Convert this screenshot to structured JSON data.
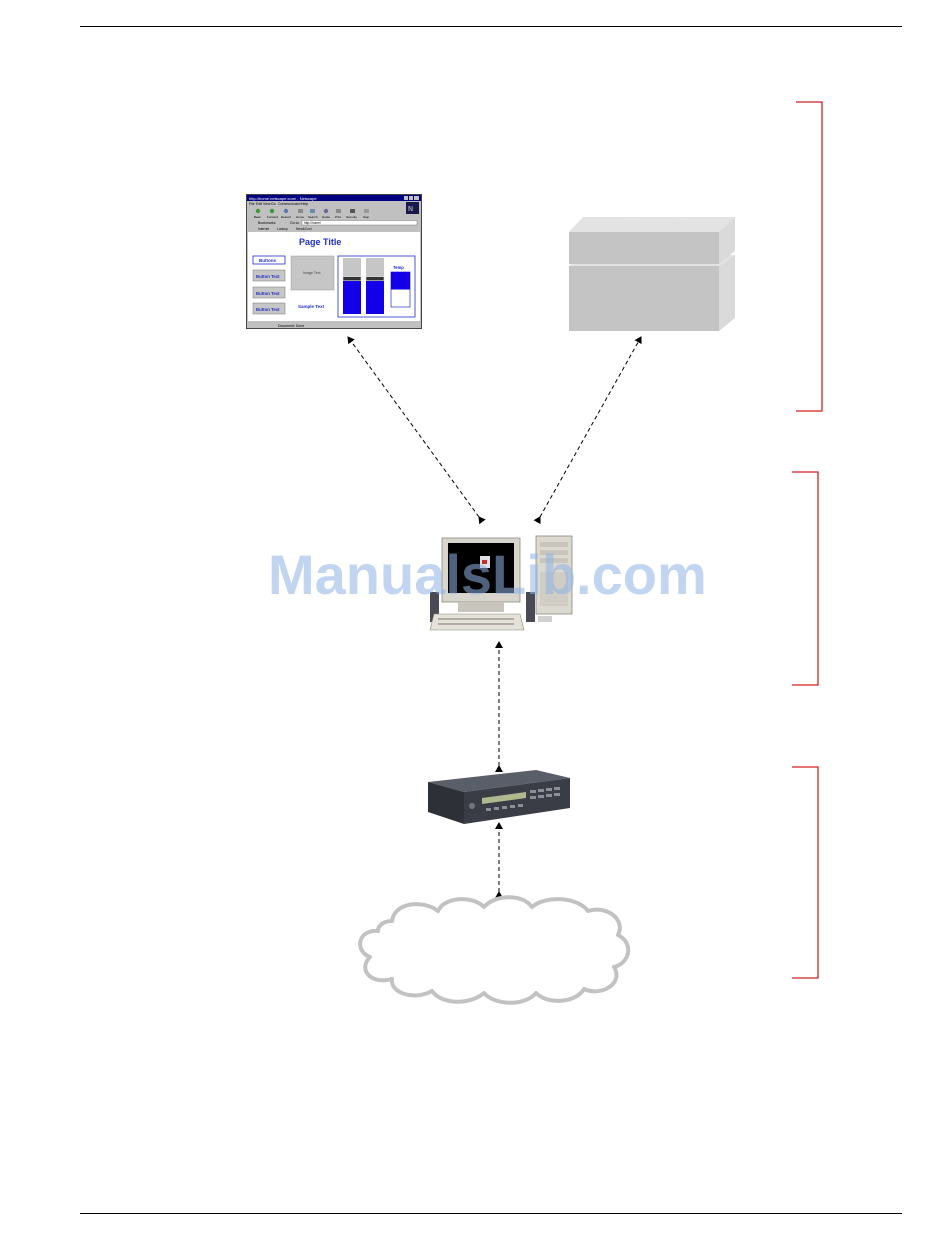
{
  "browser": {
    "title_bar": "http://home.netscape.com/ - Netscape",
    "menu_items": [
      "File",
      "Edit",
      "View",
      "Go",
      "Communicator",
      "Help"
    ],
    "toolbar_buttons": [
      "Back",
      "Forward",
      "Reload",
      "Home",
      "Search",
      "Guide",
      "Print",
      "Security",
      "Stop"
    ],
    "bookmarks_label": "Bookmarks",
    "location_label": "Go to:",
    "location_value": "http://home/",
    "personal_toolbar": [
      "Internet",
      "Lookup",
      "New&Cool"
    ],
    "status_text": "Document: Done"
  },
  "webpage": {
    "page_title": "Page Title",
    "buttons_label": "Buttons",
    "button_text": [
      "Button Text",
      "Button Text",
      "Button Text"
    ],
    "image_text": "Image Text",
    "sample_text": "Sample Text",
    "temp_label": "Temp",
    "slider_levels": [
      0.37,
      0.37
    ],
    "temp_level": 0.5
  },
  "colors": {
    "bracket": "#d42020",
    "slider_fill": "#1400e8",
    "page_title": "#1f2fc8",
    "block_gray": "#c4c4c4",
    "cloud_stroke": "#c2c2c2",
    "watermark": "#8fb3e6"
  },
  "watermark": "ManualsLib.com",
  "icons": [
    "web-browser-window",
    "building-blocks",
    "desktop-computer",
    "controller-unit",
    "network-cloud"
  ]
}
